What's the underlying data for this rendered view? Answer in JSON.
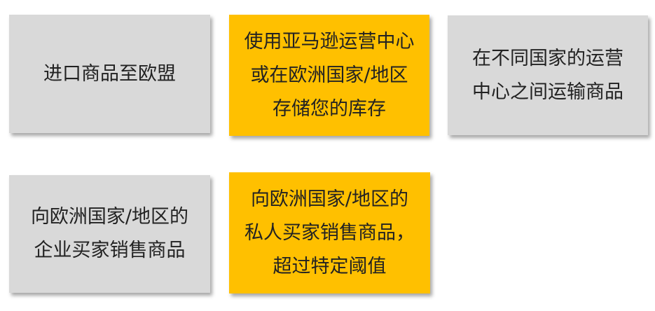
{
  "colors": {
    "grey_box": "#d9d9d9",
    "gold_box": "#ffc000",
    "text": "#222222"
  },
  "boxes": [
    {
      "text": "进口商品至欧盟",
      "fill": "grey"
    },
    {
      "text": "使用亚马逊运营中心\n或在欧洲国家/地区\n存储您的库存",
      "fill": "gold"
    },
    {
      "text": "在不同国家的运营\n中心之间运输商品",
      "fill": "grey"
    },
    {
      "text": "向欧洲国家/地区的\n企业买家销售商品",
      "fill": "grey"
    },
    {
      "text": "向欧洲国家/地区的\n私人买家销售商品，\n超过特定阈值",
      "fill": "gold"
    }
  ]
}
